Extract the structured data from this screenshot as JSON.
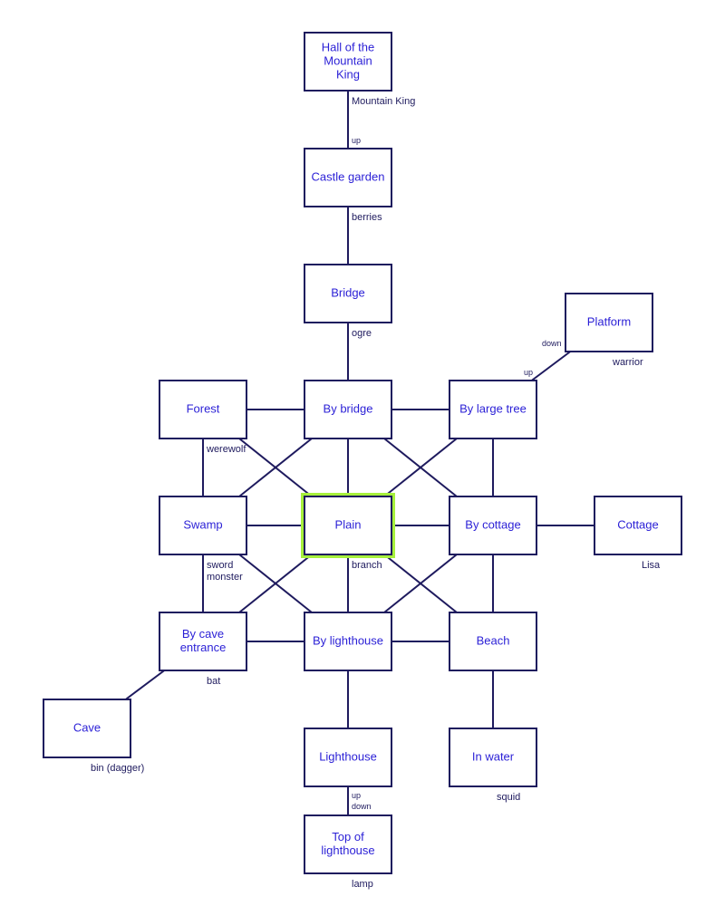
{
  "colors": {
    "line": "#1e1a5e",
    "room_text": "#2a1fd6",
    "highlight": "#a6f03c",
    "background": "#ffffff"
  },
  "rooms": [
    {
      "id": "hall",
      "lines": [
        "Hall of the",
        "Mountain",
        "King"
      ],
      "items": [
        "Mountain King"
      ]
    },
    {
      "id": "castle-garden",
      "lines": [
        "Castle garden"
      ],
      "items": [
        "berries"
      ]
    },
    {
      "id": "bridge",
      "lines": [
        "Bridge"
      ],
      "items": [
        "ogre"
      ]
    },
    {
      "id": "platform",
      "lines": [
        "Platform"
      ],
      "items": [
        "warrior"
      ]
    },
    {
      "id": "forest",
      "lines": [
        "Forest"
      ],
      "items": [
        "werewolf"
      ]
    },
    {
      "id": "by-bridge",
      "lines": [
        "By bridge"
      ],
      "items": []
    },
    {
      "id": "by-large-tree",
      "lines": [
        "By large tree"
      ],
      "items": []
    },
    {
      "id": "swamp",
      "lines": [
        "Swamp"
      ],
      "items": [
        "sword",
        "monster"
      ]
    },
    {
      "id": "plain",
      "lines": [
        "Plain"
      ],
      "items": [
        "branch"
      ],
      "current": true
    },
    {
      "id": "by-cottage",
      "lines": [
        "By cottage"
      ],
      "items": []
    },
    {
      "id": "cottage",
      "lines": [
        "Cottage"
      ],
      "items": [
        "Lisa"
      ]
    },
    {
      "id": "by-cave-entrance",
      "lines": [
        "By cave",
        "entrance"
      ],
      "items": [
        "bat"
      ]
    },
    {
      "id": "by-lighthouse",
      "lines": [
        "By lighthouse"
      ],
      "items": []
    },
    {
      "id": "beach",
      "lines": [
        "Beach"
      ],
      "items": []
    },
    {
      "id": "cave",
      "lines": [
        "Cave"
      ],
      "items": [
        "bin (dagger)"
      ]
    },
    {
      "id": "lighthouse",
      "lines": [
        "Lighthouse"
      ],
      "items": []
    },
    {
      "id": "in-water",
      "lines": [
        "In water"
      ],
      "items": [
        "squid"
      ]
    },
    {
      "id": "top-of-lighthouse",
      "lines": [
        "Top of",
        "lighthouse"
      ],
      "items": [
        "lamp"
      ]
    }
  ],
  "links": [
    {
      "from": "hall",
      "to": "castle-garden",
      "labels": [
        "up"
      ]
    },
    {
      "from": "castle-garden",
      "to": "bridge",
      "labels": []
    },
    {
      "from": "bridge",
      "to": "by-bridge",
      "labels": []
    },
    {
      "from": "by-large-tree",
      "to": "platform",
      "labels": [
        "up",
        "down"
      ]
    },
    {
      "from": "forest",
      "to": "by-bridge",
      "labels": []
    },
    {
      "from": "by-bridge",
      "to": "by-large-tree",
      "labels": []
    },
    {
      "from": "forest",
      "to": "swamp",
      "labels": []
    },
    {
      "from": "forest",
      "to": "plain",
      "labels": []
    },
    {
      "from": "by-bridge",
      "to": "swamp",
      "labels": []
    },
    {
      "from": "by-bridge",
      "to": "plain",
      "labels": []
    },
    {
      "from": "by-bridge",
      "to": "by-cottage",
      "labels": []
    },
    {
      "from": "by-large-tree",
      "to": "plain",
      "labels": []
    },
    {
      "from": "by-large-tree",
      "to": "by-cottage",
      "labels": []
    },
    {
      "from": "swamp",
      "to": "plain",
      "labels": []
    },
    {
      "from": "plain",
      "to": "by-cottage",
      "labels": []
    },
    {
      "from": "by-cottage",
      "to": "cottage",
      "labels": []
    },
    {
      "from": "swamp",
      "to": "by-cave-entrance",
      "labels": []
    },
    {
      "from": "swamp",
      "to": "by-lighthouse",
      "labels": []
    },
    {
      "from": "plain",
      "to": "by-cave-entrance",
      "labels": []
    },
    {
      "from": "plain",
      "to": "by-lighthouse",
      "labels": []
    },
    {
      "from": "plain",
      "to": "beach",
      "labels": []
    },
    {
      "from": "by-cottage",
      "to": "by-lighthouse",
      "labels": []
    },
    {
      "from": "by-cottage",
      "to": "beach",
      "labels": []
    },
    {
      "from": "by-cave-entrance",
      "to": "by-lighthouse",
      "labels": []
    },
    {
      "from": "by-lighthouse",
      "to": "beach",
      "labels": []
    },
    {
      "from": "by-cave-entrance",
      "to": "cave",
      "labels": []
    },
    {
      "from": "by-lighthouse",
      "to": "lighthouse",
      "labels": []
    },
    {
      "from": "beach",
      "to": "in-water",
      "labels": []
    },
    {
      "from": "lighthouse",
      "to": "top-of-lighthouse",
      "labels": [
        "up",
        "down"
      ]
    }
  ]
}
